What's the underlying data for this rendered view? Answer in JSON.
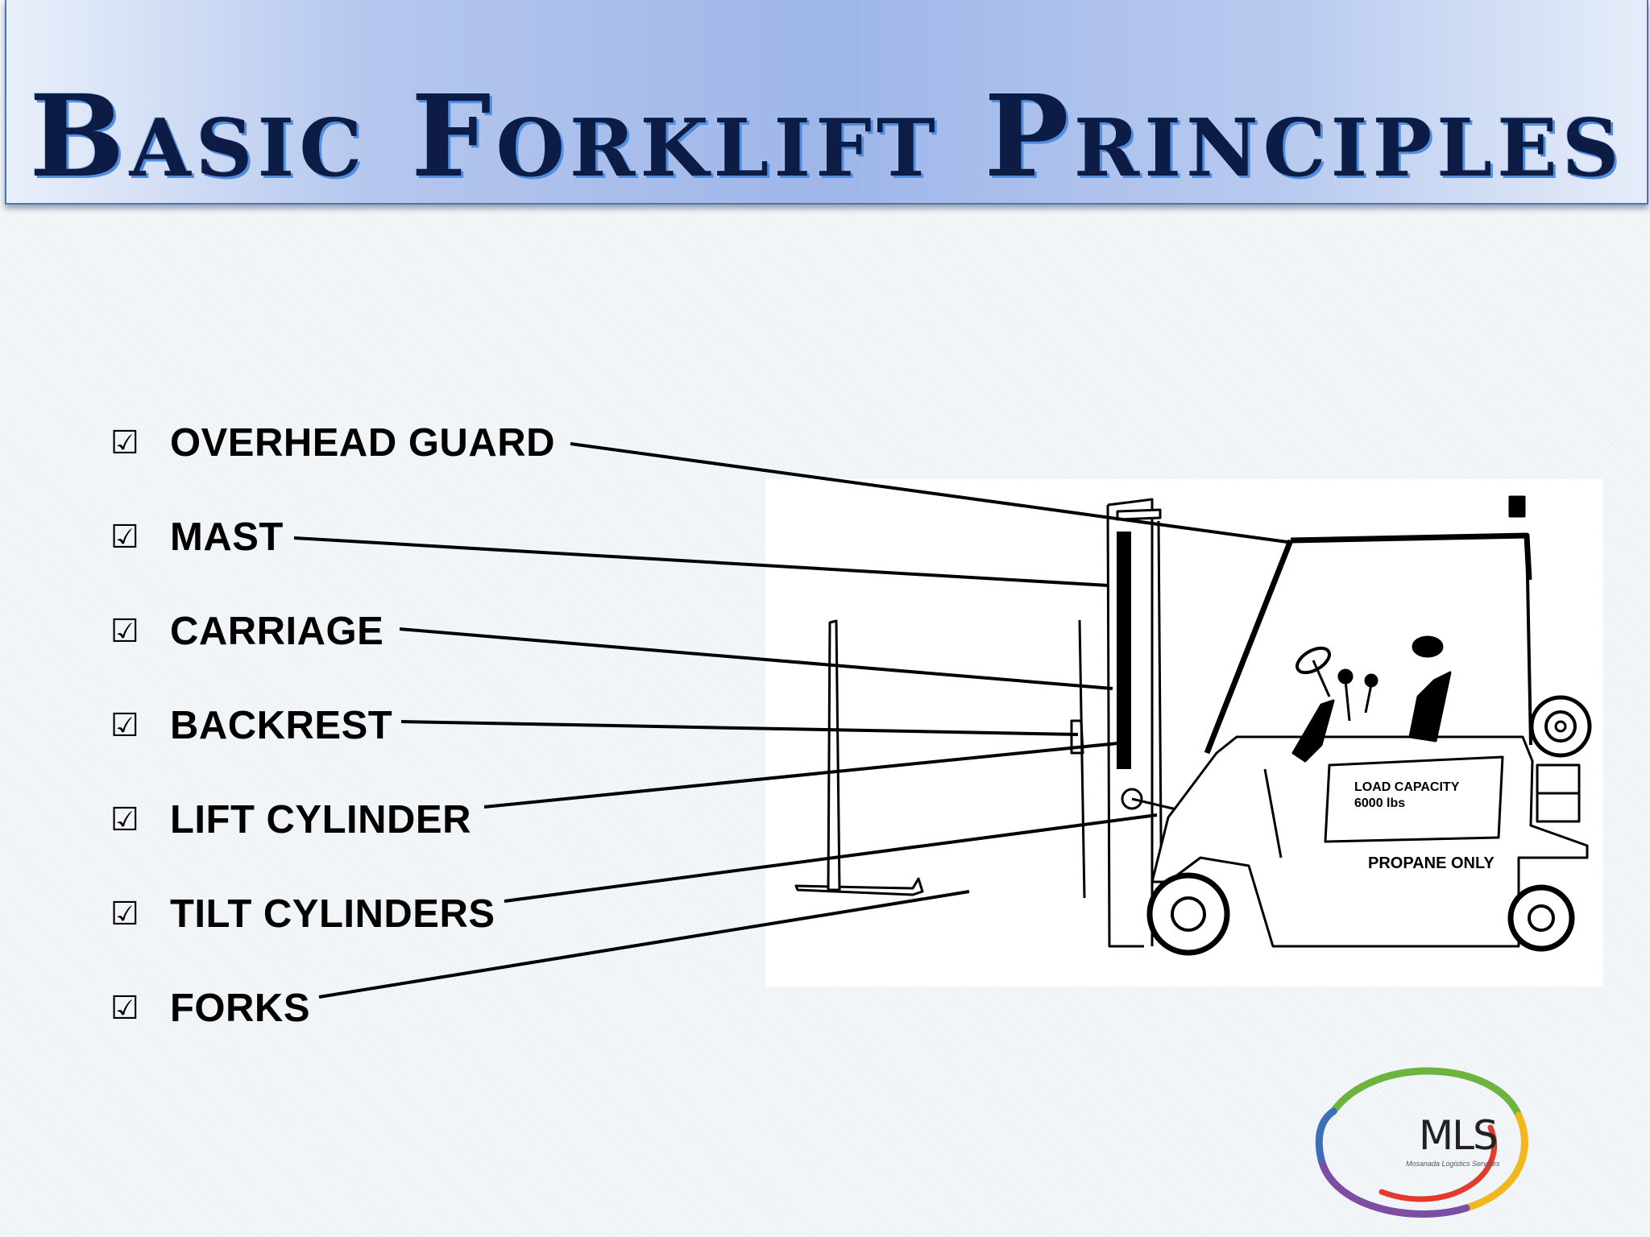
{
  "slide": {
    "title": "Basic Forklift Principles"
  },
  "callouts": [
    {
      "label": "OVERHEAD GUARD"
    },
    {
      "label": "MAST"
    },
    {
      "label": "CARRIAGE"
    },
    {
      "label": "BACKREST"
    },
    {
      "label": "LIFT CYLINDER"
    },
    {
      "label": "TILT CYLINDERS"
    },
    {
      "label": "FORKS"
    }
  ],
  "check_icon": "checkbox-checked-icon",
  "forklift": {
    "capacity_decal_line1": "LOAD CAPACITY",
    "capacity_decal_line2": "6000 lbs",
    "fuel_decal": "PROPANE ONLY"
  },
  "logo": {
    "letters": "MLS",
    "subtitle": "Mosanada Logistics Services",
    "colors": [
      "#e23b2e",
      "#f2b71f",
      "#6cb33f",
      "#7b4ea3",
      "#3c6fb7"
    ]
  }
}
